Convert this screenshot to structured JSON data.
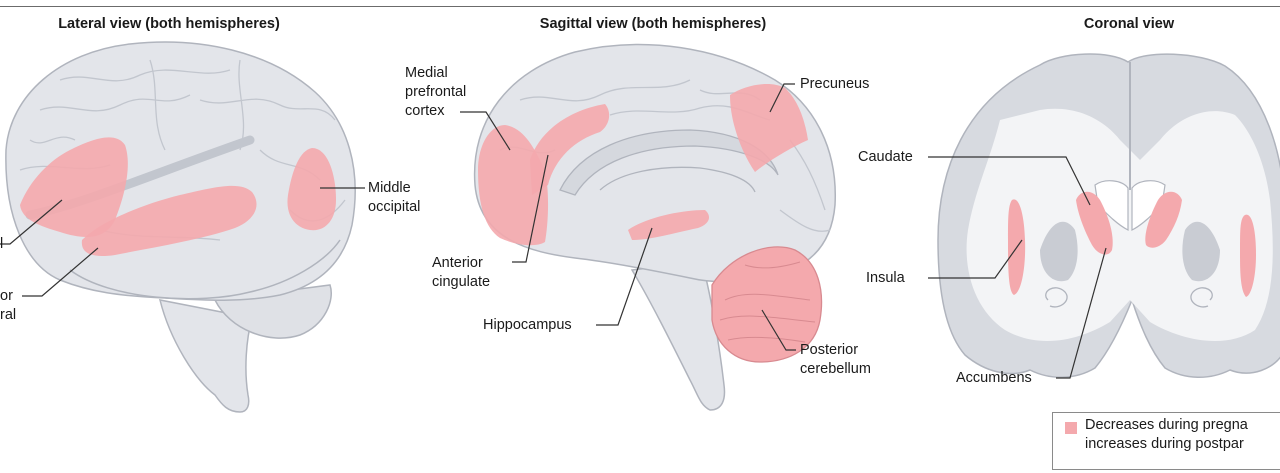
{
  "titles": {
    "lateral": "Lateral view (both hemispheres)",
    "sagittal": "Sagittal view (both hemispheres)",
    "coronal": "Coronal view"
  },
  "labels": {
    "lateral_left_1": "l",
    "lateral_left_2": "or",
    "lateral_left_3": "ral",
    "middle_occipital": "Middle\noccipital",
    "medial_prefrontal": "Medial\nprefrontal\ncortex",
    "precuneus": "Precuneus",
    "anterior_cingulate": "Anterior\ncingulate",
    "hippocampus": "Hippocampus",
    "posterior_cerebellum": "Posterior\ncerebellum",
    "caudate": "Caudate",
    "insula": "Insula",
    "accumbens": "Accumbens"
  },
  "legend": {
    "text": "Decreases during pregna\nincreases during postpar",
    "color": "#f4a9ad"
  },
  "colors": {
    "brain_fill": "#e3e5ea",
    "brain_stroke": "#b0b4bd",
    "highlight": "#f4a9ad",
    "leader": "#333333"
  }
}
